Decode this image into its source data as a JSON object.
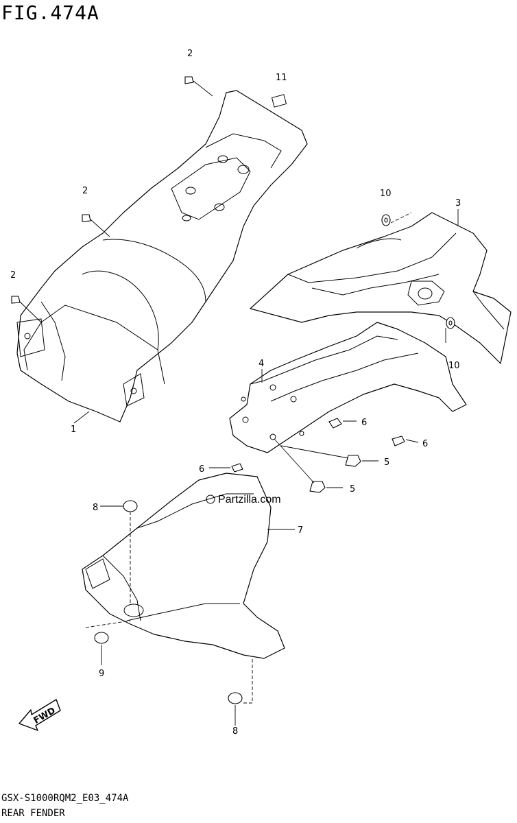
{
  "figure": {
    "title": "FIG.474A"
  },
  "footer": {
    "model_code": "GSX-S1000RQM2_E03_474A",
    "section_name": "REAR FENDER"
  },
  "watermark": {
    "text": "Partzilla.com"
  },
  "fwd_arrow": {
    "label": "FWD"
  },
  "callouts": [
    {
      "id": "c-2a",
      "label": "2"
    },
    {
      "id": "c-11",
      "label": "11"
    },
    {
      "id": "c-2b",
      "label": "2"
    },
    {
      "id": "c-2c",
      "label": "2"
    },
    {
      "id": "c-1",
      "label": "1"
    },
    {
      "id": "c-10a",
      "label": "10"
    },
    {
      "id": "c-3",
      "label": "3"
    },
    {
      "id": "c-10b",
      "label": "10"
    },
    {
      "id": "c-4",
      "label": "4"
    },
    {
      "id": "c-6a",
      "label": "6"
    },
    {
      "id": "c-6b",
      "label": "6"
    },
    {
      "id": "c-5a",
      "label": "5"
    },
    {
      "id": "c-6c",
      "label": "6"
    },
    {
      "id": "c-5b",
      "label": "5"
    },
    {
      "id": "c-8a",
      "label": "8"
    },
    {
      "id": "c-7",
      "label": "7"
    },
    {
      "id": "c-9",
      "label": "9"
    },
    {
      "id": "c-8b",
      "label": "8"
    }
  ]
}
